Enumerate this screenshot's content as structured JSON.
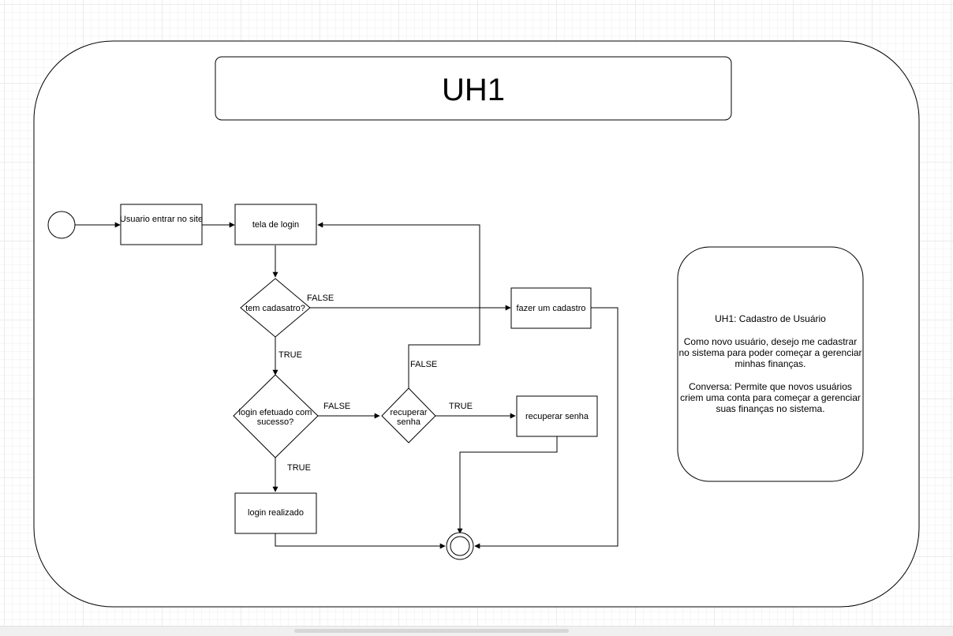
{
  "title": "UH1",
  "nodes": {
    "usuario_entrar": "Usuario entrar no site",
    "tela_login": "tela de login",
    "tem_cadastro": "tem cadasatro?",
    "fazer_cadastro": "fazer um cadastro",
    "login_efetuado": [
      "login efetuado com",
      "sucesso?"
    ],
    "recuperar_senha_decision": [
      "recuperar",
      "senha"
    ],
    "recuperar_senha": "recuperar senha",
    "login_realizado": "login realizado"
  },
  "edge_labels": {
    "cadastro_false": "FALSE",
    "cadastro_true": "TRUE",
    "login_false": "FALSE",
    "login_true": "TRUE",
    "recuperar_true": "TRUE",
    "recuperar_false": "FALSE"
  },
  "note": {
    "heading": "UH1: Cadastro de Usuário",
    "story": [
      "Como novo usuário, desejo me cadastrar",
      "no sistema para poder começar a gerenciar",
      "minhas finanças."
    ],
    "conversation": [
      "Conversa: Permite que novos usuários",
      "criem uma conta para começar a gerenciar",
      "suas finanças no sistema."
    ]
  }
}
